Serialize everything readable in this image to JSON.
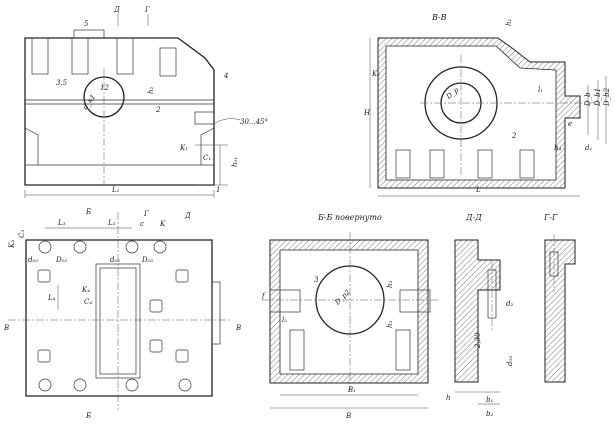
{
  "views": {
    "top_left": {
      "callout_5": "5",
      "section_d": "Д",
      "section_g": "Г",
      "dim_35": "3,5",
      "d_k1": "d_к1",
      "dim_12": "12",
      "callout_4": "4",
      "callout_2": "2",
      "h2": "h₂",
      "angle": "30...45°",
      "k1": "K₁",
      "c1": "C₁",
      "h0": "h₀₁",
      "callout_1": "1",
      "length": "L₁"
    },
    "section_vv": {
      "title": "В-В",
      "k2": "K₂",
      "h": "H",
      "d_p": "D_p",
      "l1": "l₁",
      "d_b": "D_b",
      "d_b1": "D_b1",
      "d_b2": "D_b2",
      "h1": "h₁",
      "d1": "d₁",
      "callout_2": "2",
      "e": "e",
      "h4": "h₄",
      "length": "L"
    },
    "plan": {
      "b_top": "Б",
      "b_bottom": "Б",
      "v_left": "В",
      "v_right": "В",
      "g": "Г",
      "d": "Д",
      "l3": "L₃",
      "l2": "L₂",
      "k3": "K₃",
      "c3": "C₃",
      "d03": "d₀₃",
      "d02a": "D₀₂",
      "d02b": "d₀₂",
      "d02c": "D₀₂",
      "l4": "L₄",
      "k4": "K₄",
      "c4": "C₄",
      "c_k": "c",
      "k": "K"
    },
    "section_bb": {
      "title": "Б-Б повернуто",
      "callout_3": "3",
      "d_p2": "D_p2",
      "f": "f",
      "l2": "l₂",
      "h3": "h₃",
      "h5": "h₅",
      "b1": "B₁",
      "b": "B"
    },
    "section_dd": {
      "title": "Д-Д",
      "d2": "d₂",
      "dim_230": "2,30",
      "d03": "d₀₃",
      "b1": "b₁",
      "h": "h",
      "b2": "b₂"
    },
    "section_gg": {
      "title": "Г-Г"
    }
  }
}
